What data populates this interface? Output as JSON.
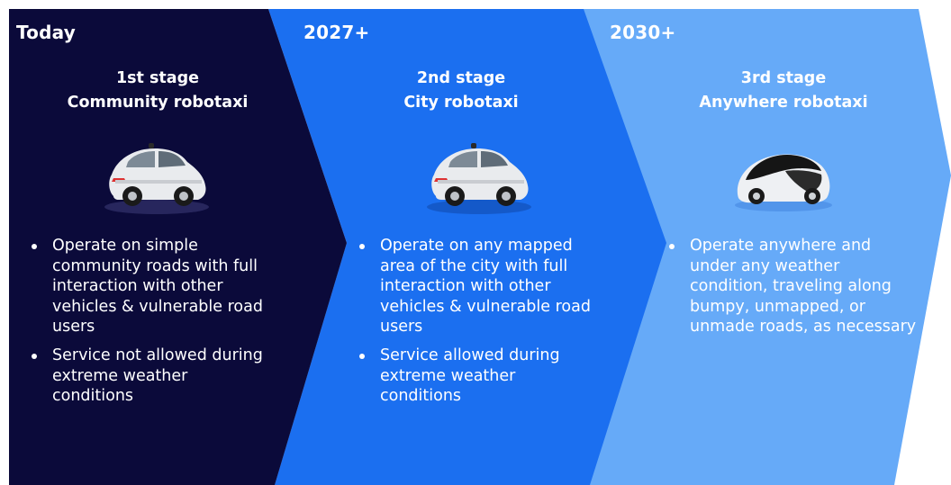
{
  "colors": {
    "stage1_bg": "#0b0a3a",
    "stage2_bg": "#1b6ff0",
    "stage3_bg": "#66aaf8"
  },
  "stages": [
    {
      "era": "Today",
      "title_line1": "1st stage",
      "title_line2": "Community robotaxi",
      "icon": "robotaxi-car-icon",
      "bullets": [
        "Operate on simple community roads with full interaction with other vehicles & vulnerable road users",
        "Service not allowed during extreme weather conditions"
      ]
    },
    {
      "era": "2027+",
      "title_line1": "2nd stage",
      "title_line2": "City robotaxi",
      "icon": "robotaxi-car-icon",
      "bullets": [
        "Operate on any mapped area of the city with full interaction with other vehicles & vulnerable road users",
        "Service allowed during extreme weather conditions"
      ]
    },
    {
      "era": "2030+",
      "title_line1": "3rd stage",
      "title_line2": "Anywhere robotaxi",
      "icon": "pod-car-icon",
      "bullets": [
        "Operate anywhere and under any weather condition, traveling along bumpy, unmapped, or unmade roads, as necessary"
      ]
    }
  ]
}
